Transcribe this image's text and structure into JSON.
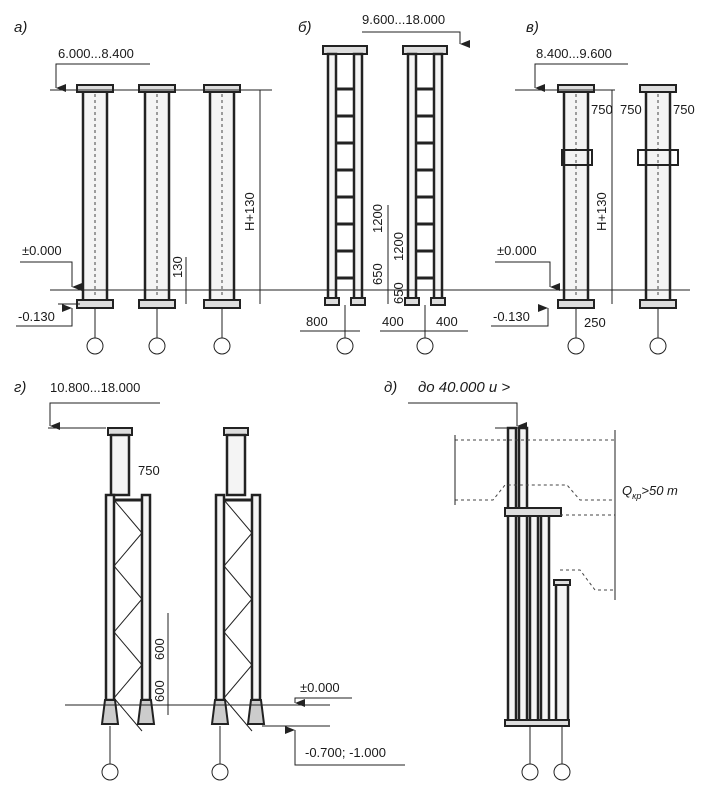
{
  "panels": {
    "a": {
      "label": "а)",
      "top_level": "6.000...8.400",
      "zero_level": "±0.000",
      "base_level": "-0.130",
      "height_dim": "H+130",
      "gap_dim": "130"
    },
    "b": {
      "label": "б)",
      "top_level": "9.600...18.000",
      "dims_vertical": [
        "1200",
        "1200",
        "650",
        "650"
      ],
      "dims_horizontal": [
        "800",
        "400",
        "400"
      ]
    },
    "v": {
      "label": "в)",
      "top_level": "8.400...9.600",
      "zero_level": "±0.000",
      "base_level": "-0.130",
      "height_dim": "H+130",
      "dims": [
        "750",
        "750",
        "750",
        "250"
      ]
    },
    "g": {
      "label": "г)",
      "top_level": "10.800...18.000",
      "zero_level": "±0.000",
      "base_level": "-0.700; -1.000",
      "dims": [
        "750",
        "600",
        "600"
      ]
    },
    "d": {
      "label": "д)",
      "top_level": "до 40.000 и >",
      "crane_load": "Q",
      "crane_load_sub": "кр",
      "crane_load_value": ">50 т"
    }
  }
}
